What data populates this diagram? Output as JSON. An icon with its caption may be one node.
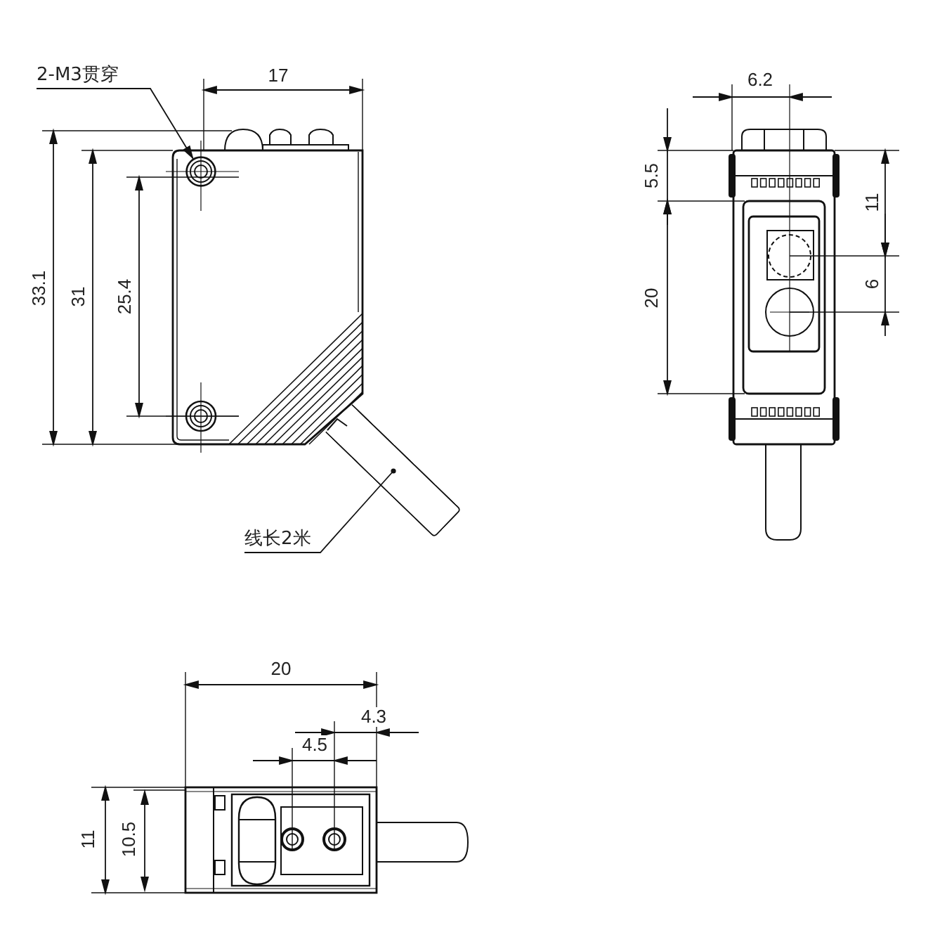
{
  "diagram": {
    "nodes": [
      {
        "text": [
          "2-M3贯穿"
        ]
      },
      {
        "text": [],
        "shape": "circle"
      },
      {
        "text": [
          "线长2米"
        ]
      },
      {
        "text": [],
        "shape": "cylinder"
      }
    ],
    "edges": [
      {
        "from": 0,
        "to": 1,
        "arrow": "to"
      },
      {
        "from": 2,
        "to": 3,
        "arrow": "other"
      }
    ],
    "labels": [
      "17",
      "6.2",
      "5.5",
      "11",
      "33.1",
      "31",
      "25.4",
      "6",
      "20",
      "20",
      "4.3",
      "4.5",
      "11",
      "10.5"
    ]
  }
}
